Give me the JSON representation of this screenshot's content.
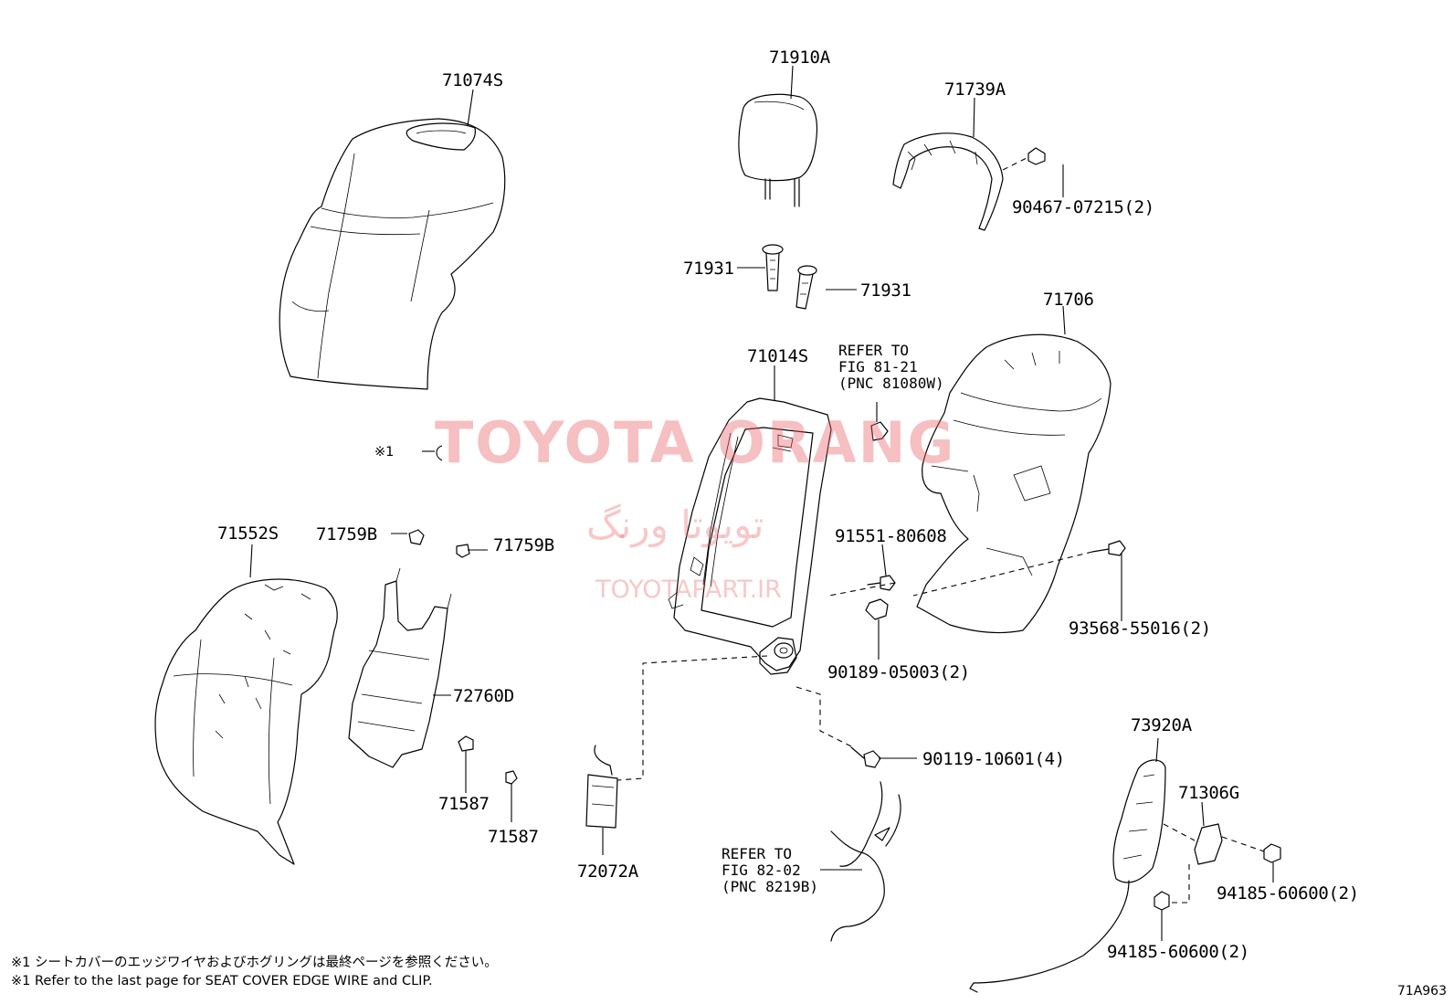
{
  "diagram": {
    "parts": [
      {
        "id": "p71074S",
        "label": "71074S"
      },
      {
        "id": "p71910A",
        "label": "71910A"
      },
      {
        "id": "p71739A",
        "label": "71739A"
      },
      {
        "id": "p90467",
        "label": "90467-07215(2)"
      },
      {
        "id": "p71931a",
        "label": "71931"
      },
      {
        "id": "p71931b",
        "label": "71931"
      },
      {
        "id": "p71706",
        "label": "71706"
      },
      {
        "id": "p71014S",
        "label": "71014S"
      },
      {
        "id": "p91551",
        "label": "91551-80608"
      },
      {
        "id": "p93568",
        "label": "93568-55016(2)"
      },
      {
        "id": "p90189",
        "label": "90189-05003(2)"
      },
      {
        "id": "p71552S",
        "label": "71552S"
      },
      {
        "id": "p71759Ba",
        "label": "71759B"
      },
      {
        "id": "p71759Bb",
        "label": "71759B"
      },
      {
        "id": "p72760D",
        "label": "72760D"
      },
      {
        "id": "p71587a",
        "label": "71587"
      },
      {
        "id": "p71587b",
        "label": "71587"
      },
      {
        "id": "p72072A",
        "label": "72072A"
      },
      {
        "id": "p90119",
        "label": "90119-10601(4)"
      },
      {
        "id": "p73920A",
        "label": "73920A"
      },
      {
        "id": "p71306G",
        "label": "71306G"
      },
      {
        "id": "p94185a",
        "label": "94185-60600(2)"
      },
      {
        "id": "p94185b",
        "label": "94185-60600(2)"
      }
    ],
    "refer_8121": [
      "REFER TO",
      "FIG 81-21",
      "(PNC 81080W)"
    ],
    "refer_8202": [
      "REFER TO",
      "FIG 82-02",
      "(PNC 8219B)"
    ],
    "note_mark": "※1",
    "footnote_jp": "※1 シートカバーのエッジワイヤおよびホグリングは最終ページを参照ください。",
    "footnote_en": "※1 Refer to the last page for SEAT COVER EDGE WIRE and CLIP.",
    "figure_code": "71A963",
    "watermark": {
      "main": "TOYOTA ORANG",
      "farsi": "تویوتا ورنگ",
      "url": "TOYOTAPART.IR"
    }
  }
}
